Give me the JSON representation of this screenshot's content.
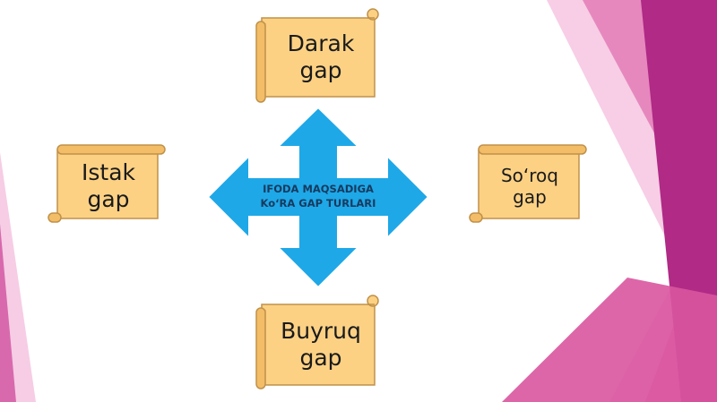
{
  "colors": {
    "scroll_fill": "#fcd184",
    "scroll_edge": "#c0914a",
    "arrow_fill": "#1ea8e8",
    "arrow_edge": "#ffffff",
    "magenta_dark": "#b02a86",
    "magenta_mid": "#d9559f",
    "magenta_light": "#ee9ccb"
  },
  "center": {
    "line1": "IFODA MAQSADIGA",
    "line2": "Ko‘RA GAP TURLARI"
  },
  "scrolls": {
    "top": {
      "line1": "Darak",
      "line2": "gap"
    },
    "left": {
      "line1": "Istak",
      "line2": "gap"
    },
    "right": {
      "line1": "So‘roq",
      "line2": "gap"
    },
    "bottom": {
      "line1": "Buyruq",
      "line2": "gap"
    }
  }
}
